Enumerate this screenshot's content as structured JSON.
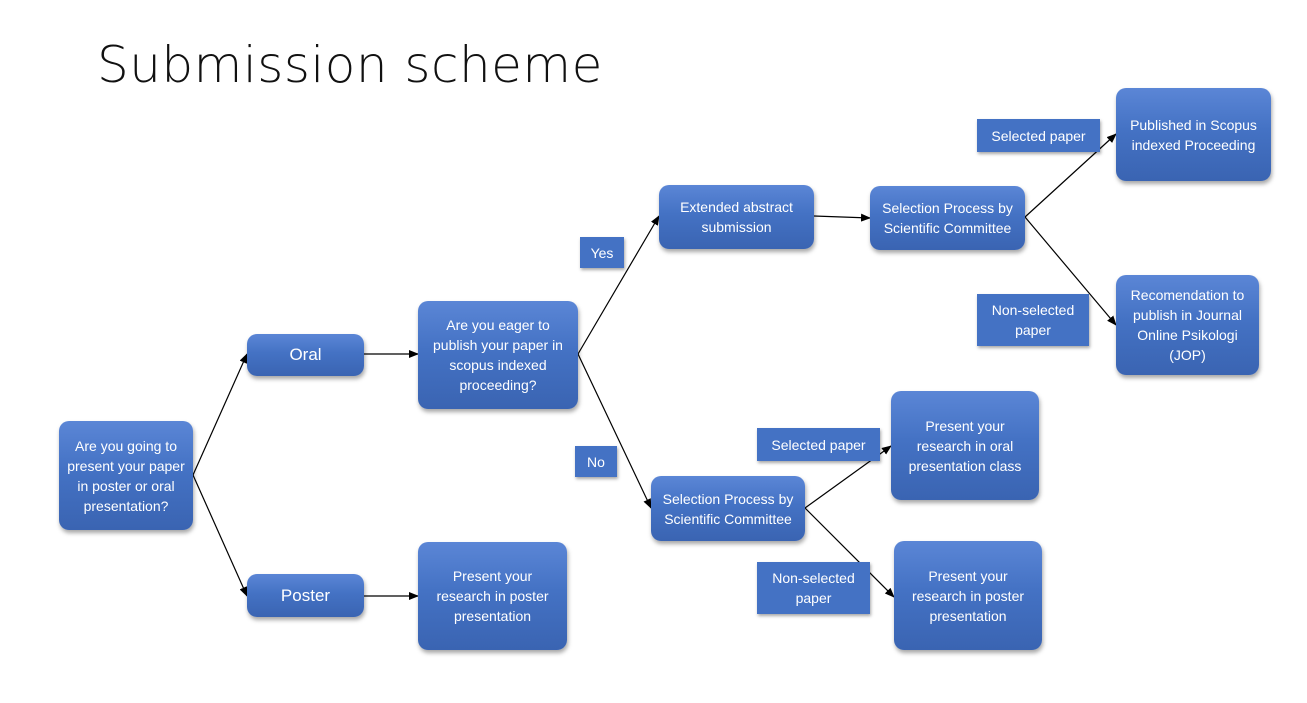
{
  "title": "Submission scheme",
  "nodes": {
    "start": "Are you going to present your paper in poster or oral presentation?",
    "oral": "Oral",
    "poster": "Poster",
    "eager": "Are you eager to publish your paper in scopus indexed proceeding?",
    "poster_present": "Present your research in poster presentation",
    "extended": "Extended abstract submission",
    "selection_top": "Selection Process by Scientific Committee",
    "published": "Published in Scopus indexed Proceeding",
    "recommend": "Recomendation to publish in Journal Online Psikologi (JOP)",
    "selection_bottom": "Selection Process by Scientific Committee",
    "oral_class": "Present your research in oral presentation class",
    "poster_present_2": "Present your research in poster presentation"
  },
  "labels": {
    "yes": "Yes",
    "no": "No",
    "selected_top": "Selected paper",
    "non_selected_top": "Non-selected paper",
    "selected_bottom": "Selected paper",
    "non_selected_bottom": "Non-selected paper"
  },
  "colors": {
    "box": "#4472c4",
    "arrow": "#000000"
  }
}
